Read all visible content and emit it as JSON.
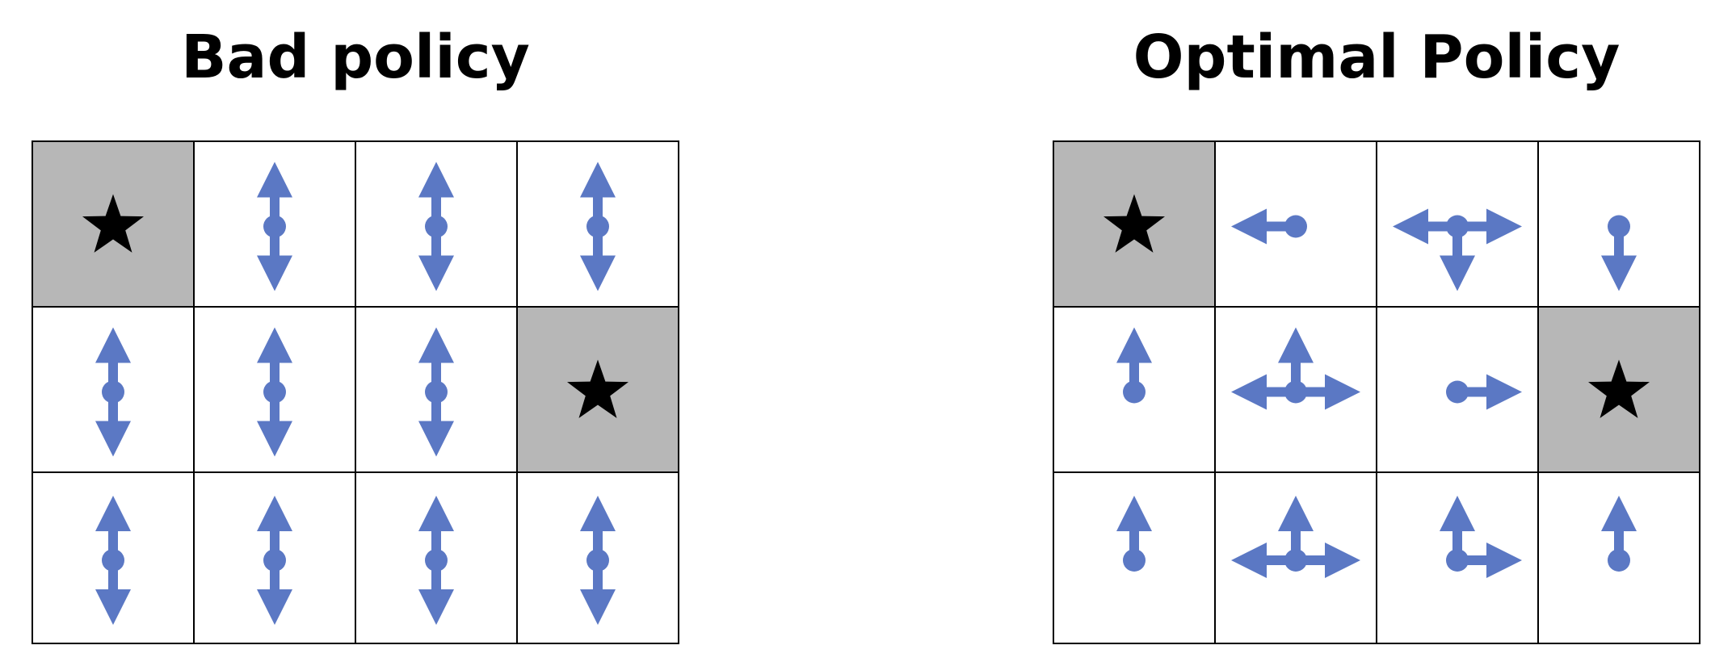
{
  "colors": {
    "arrow": "#5b78c4",
    "goal_fill": "#b7b7b7",
    "cell_fill": "#ffffff",
    "grid_line": "#000000",
    "star": "#000000"
  },
  "panels": [
    {
      "title": "Bad policy",
      "rows": [
        [
          {
            "goal": true,
            "actions": []
          },
          {
            "goal": false,
            "actions": [
              "up",
              "down"
            ]
          },
          {
            "goal": false,
            "actions": [
              "up",
              "down"
            ]
          },
          {
            "goal": false,
            "actions": [
              "up",
              "down"
            ]
          }
        ],
        [
          {
            "goal": false,
            "actions": [
              "up",
              "down"
            ]
          },
          {
            "goal": false,
            "actions": [
              "up",
              "down"
            ]
          },
          {
            "goal": false,
            "actions": [
              "up",
              "down"
            ]
          },
          {
            "goal": true,
            "actions": []
          }
        ],
        [
          {
            "goal": false,
            "actions": [
              "up",
              "down"
            ]
          },
          {
            "goal": false,
            "actions": [
              "up",
              "down"
            ]
          },
          {
            "goal": false,
            "actions": [
              "up",
              "down"
            ]
          },
          {
            "goal": false,
            "actions": [
              "up",
              "down"
            ]
          }
        ]
      ]
    },
    {
      "title": "Optimal Policy",
      "rows": [
        [
          {
            "goal": true,
            "actions": []
          },
          {
            "goal": false,
            "actions": [
              "left"
            ]
          },
          {
            "goal": false,
            "actions": [
              "left",
              "right",
              "down"
            ]
          },
          {
            "goal": false,
            "actions": [
              "down"
            ]
          }
        ],
        [
          {
            "goal": false,
            "actions": [
              "up"
            ]
          },
          {
            "goal": false,
            "actions": [
              "up",
              "left",
              "right"
            ]
          },
          {
            "goal": false,
            "actions": [
              "right"
            ]
          },
          {
            "goal": true,
            "actions": []
          }
        ],
        [
          {
            "goal": false,
            "actions": [
              "up"
            ]
          },
          {
            "goal": false,
            "actions": [
              "up",
              "left",
              "right"
            ]
          },
          {
            "goal": false,
            "actions": [
              "up",
              "right"
            ]
          },
          {
            "goal": false,
            "actions": [
              "up"
            ]
          }
        ]
      ]
    }
  ]
}
